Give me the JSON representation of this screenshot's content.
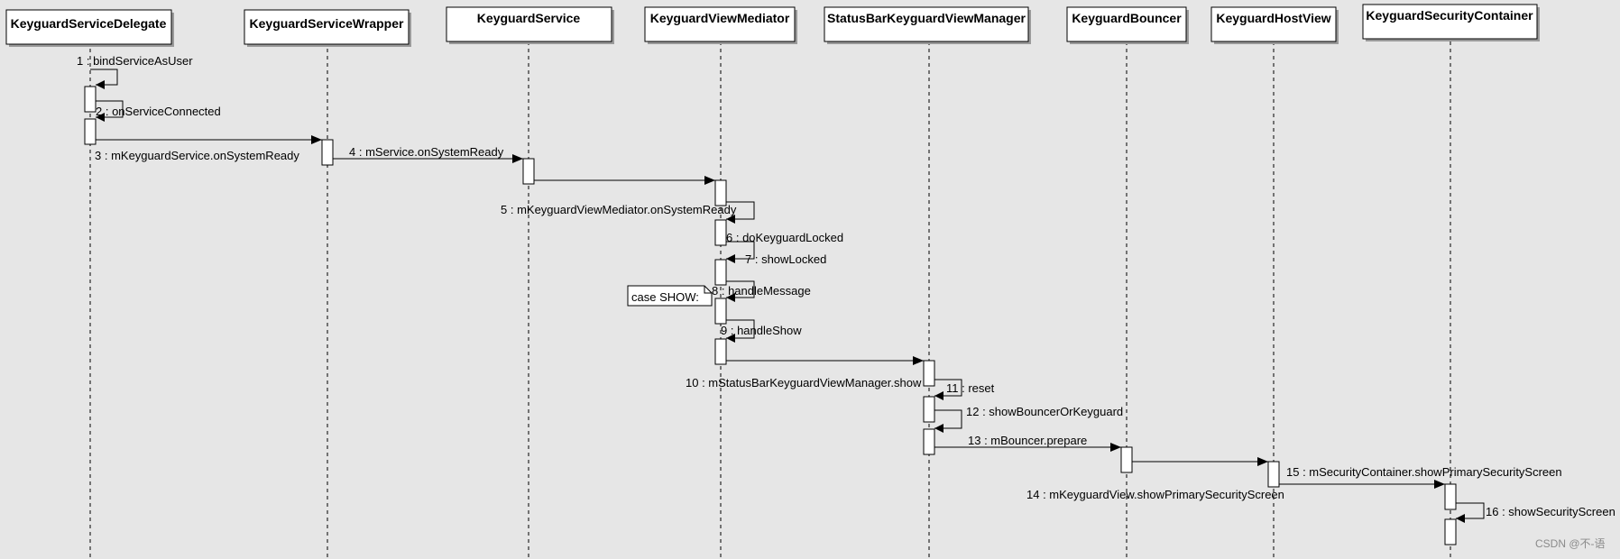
{
  "participants": [
    {
      "name": "KeyguardServiceDelegate"
    },
    {
      "name": "KeyguardServiceWrapper"
    },
    {
      "name": "KeyguardService"
    },
    {
      "name": "KeyguardViewMediator"
    },
    {
      "name": "StatusBarKeyguardViewManager"
    },
    {
      "name": "KeyguardBouncer"
    },
    {
      "name": "KeyguardHostView"
    },
    {
      "name": "KeyguardSecurityContainer"
    }
  ],
  "messages": [
    {
      "label": "1 : bindServiceAsUser"
    },
    {
      "label": "2 : onServiceConnected"
    },
    {
      "label": "3 : mKeyguardService.onSystemReady"
    },
    {
      "label": "4 : mService.onSystemReady"
    },
    {
      "label": "5 : mKeyguardViewMediator.onSystemReady"
    },
    {
      "label": "6 : doKeyguardLocked"
    },
    {
      "label": "7 : showLocked"
    },
    {
      "label": "8 : handleMessage"
    },
    {
      "label": "9 : handleShow"
    },
    {
      "label": "10 : mStatusBarKeyguardViewManager.show"
    },
    {
      "label": "11 : reset"
    },
    {
      "label": "12 : showBouncerOrKeyguard"
    },
    {
      "label": "13 : mBouncer.prepare"
    },
    {
      "label": "14 : mKeyguardView.showPrimarySecurityScreen"
    },
    {
      "label": "15 : mSecurityContainer.showPrimarySecurityScreen"
    },
    {
      "label": "16 : showSecurityScreen"
    }
  ],
  "note": {
    "text": "case SHOW:"
  },
  "watermark": "CSDN @不-语"
}
